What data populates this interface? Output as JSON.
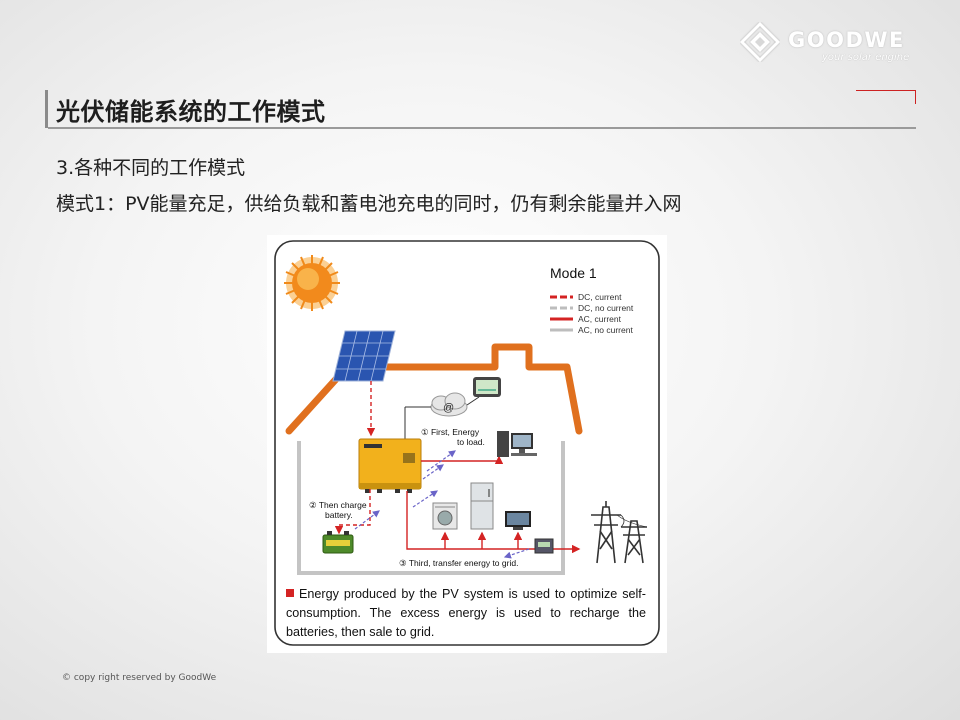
{
  "brand": {
    "name": "GOODWE",
    "tagline": "your solar engine"
  },
  "page": {
    "title": "光伏储能系统的工作模式",
    "subtitle": "3.各种不同的工作模式",
    "mode_line": "模式1：PV能量充足，供给负载和蓄电池充电的同时，仍有剩余能量并入网"
  },
  "diagram": {
    "mode_label": "Mode 1",
    "legend": [
      {
        "label": "DC, current",
        "color": "#d42323",
        "style": "dashed"
      },
      {
        "label": "DC, no current",
        "color": "#bdbdbd",
        "style": "dashed"
      },
      {
        "label": "AC, current",
        "color": "#d42323",
        "style": "solid"
      },
      {
        "label": "AC, no current",
        "color": "#bdbdbd",
        "style": "solid"
      }
    ],
    "step1_line1": "① First, Energy",
    "step1_line2": "to load.",
    "step2_line1": "② Then charge",
    "step2_line2": "battery.",
    "step3": "③ Third, transfer energy to grid.",
    "internet_symbol": "@",
    "caption": "Energy produced by the PV system is used to optimize self-consumption. The excess energy is used to recharge the batteries, then sale to grid.",
    "colors": {
      "roof": "#e0701e",
      "wall": "#c4c4c4",
      "inverter": "#f2b11c",
      "panel": "#2a55b0",
      "sun": "#f08a1a",
      "flow": "#d42323",
      "comm_arrow": "#6a64c8"
    },
    "icons": [
      "sun-icon",
      "solar-panel-icon",
      "cloud-icon",
      "tablet-icon",
      "inverter-icon",
      "computer-icon",
      "fridge-icon",
      "washing-machine-icon",
      "tv-icon",
      "battery-icon",
      "meter-icon",
      "pylon-icon"
    ]
  },
  "footer": {
    "copyright": "© copy right reserved by GoodWe"
  }
}
